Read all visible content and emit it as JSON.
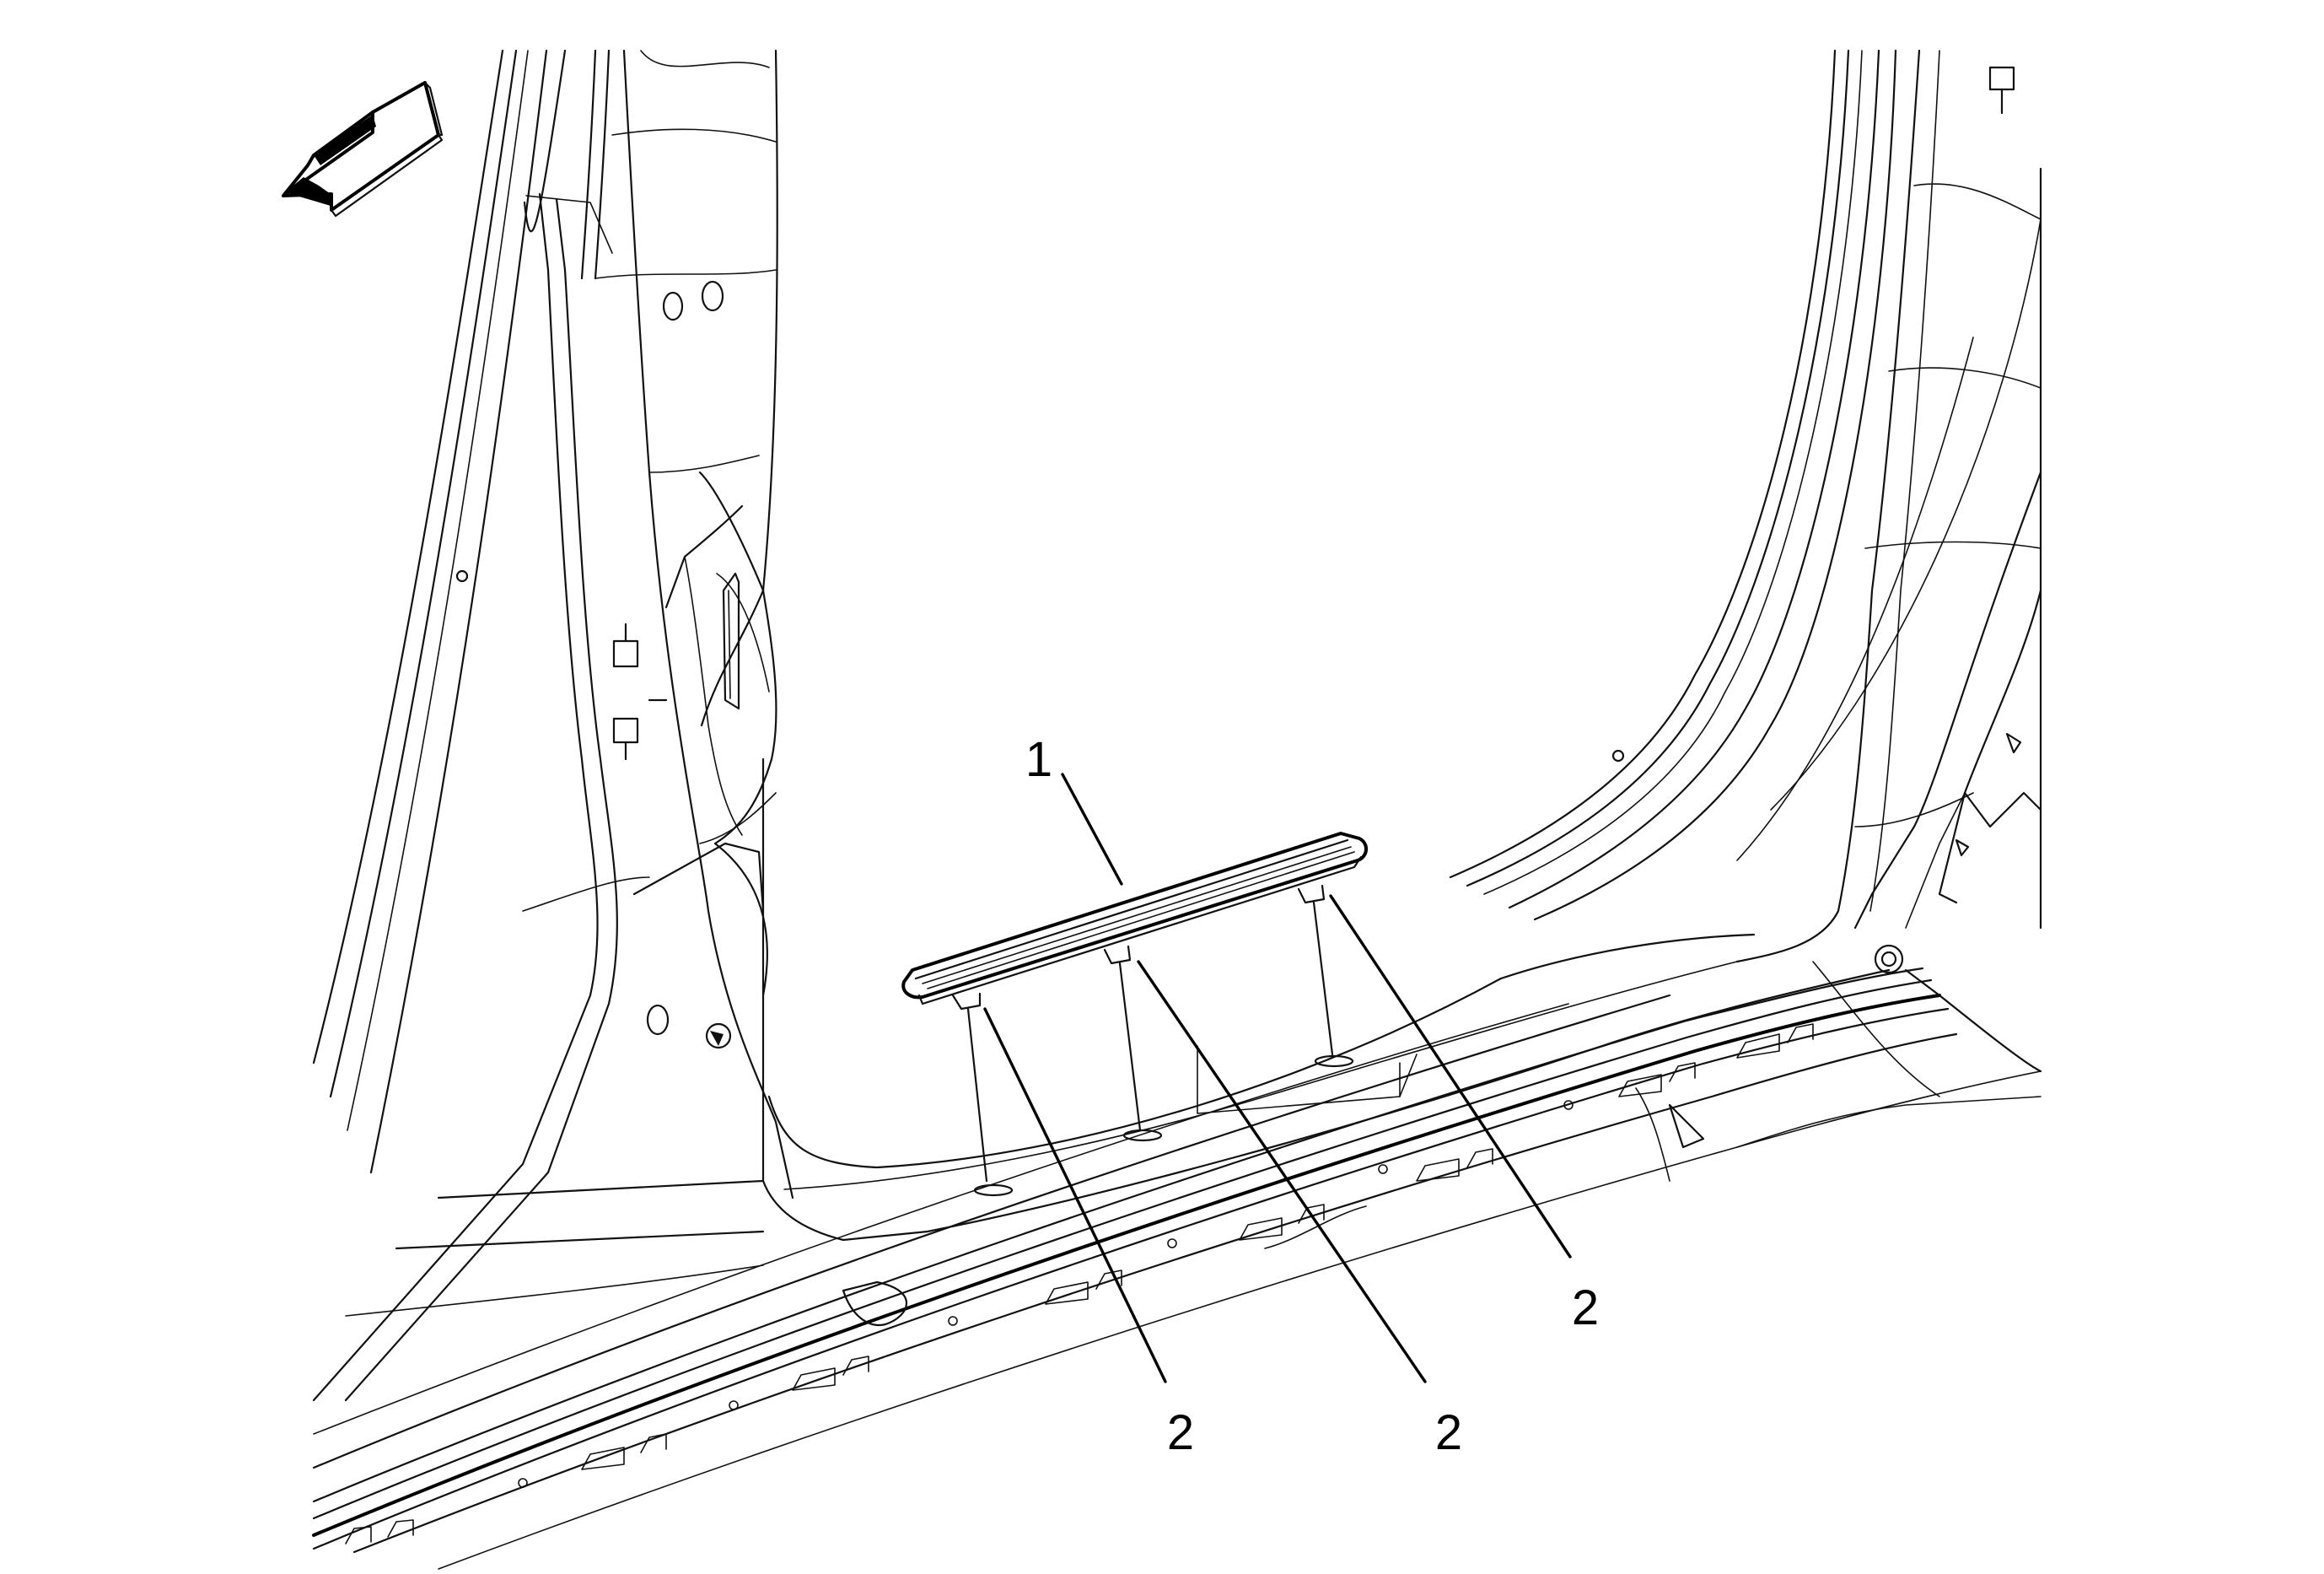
{
  "figure": {
    "callouts": [
      {
        "id": "sill-plate",
        "label": "1"
      },
      {
        "id": "retainer-left",
        "label": "2"
      },
      {
        "id": "retainer-center",
        "label": "2"
      },
      {
        "id": "retainer-right",
        "label": "2"
      }
    ],
    "icons": {
      "direction_arrow": "forward-direction-arrow-icon"
    },
    "colors": {
      "line": "#111111",
      "background": "#ffffff"
    }
  }
}
